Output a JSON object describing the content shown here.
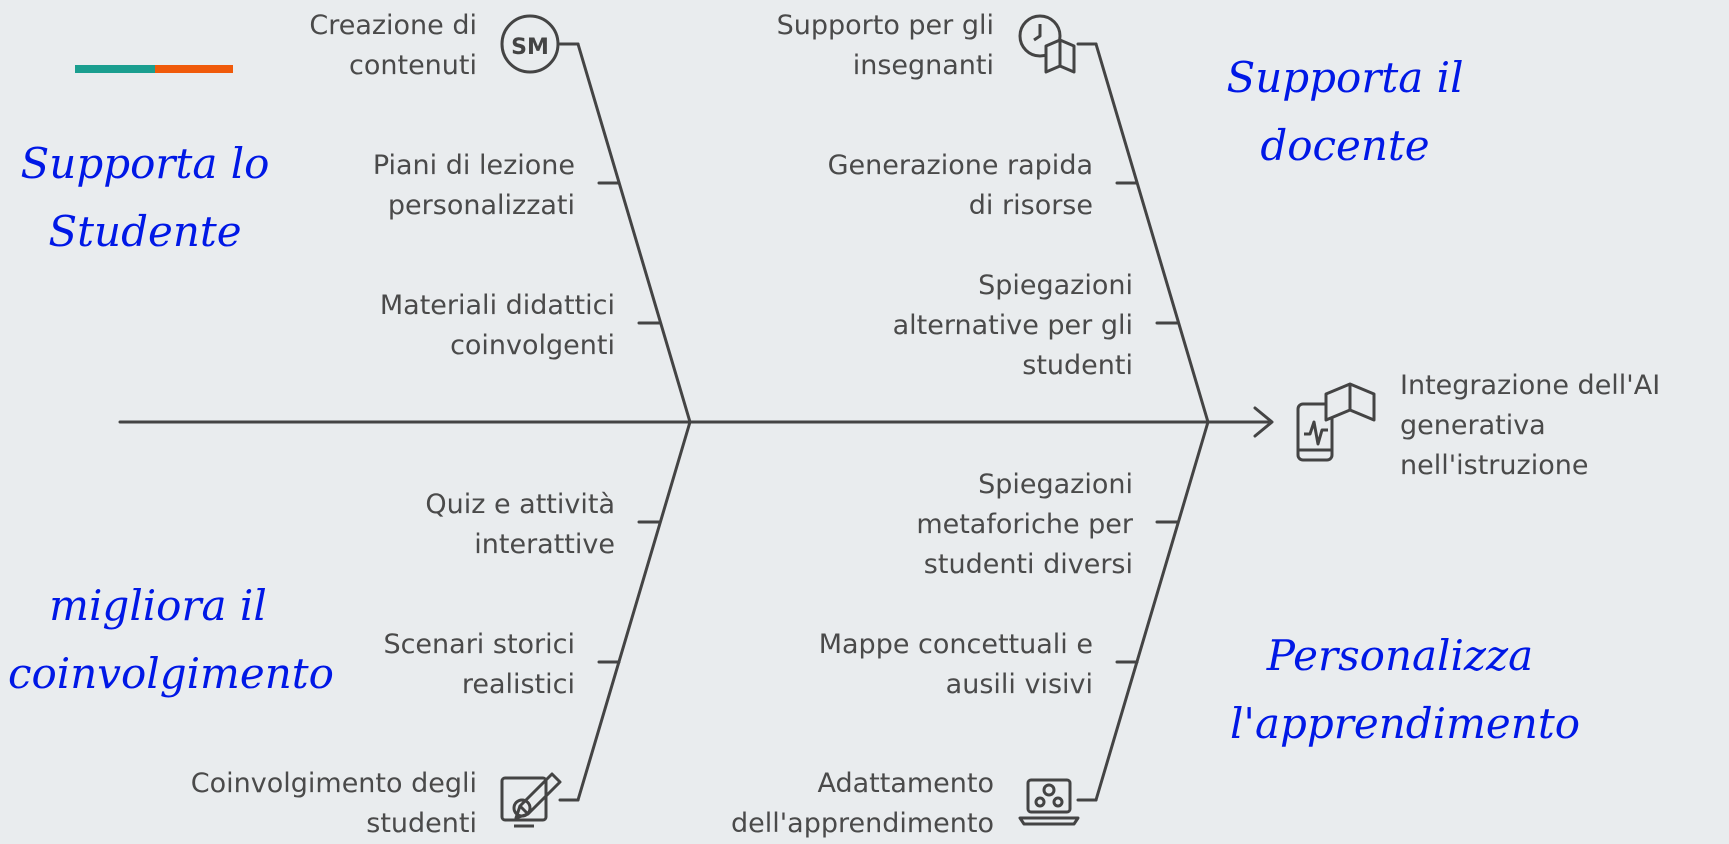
{
  "colors": {
    "background": "#e9ecee",
    "line": "#444444",
    "text": "#4a4a4a",
    "annotation": "#0018e6",
    "accent_teal": "#1a9e8f",
    "accent_orange": "#f05a0a"
  },
  "effect": {
    "label": "Integrazione dell'AI\ngenerativa\nnell'istruzione",
    "icon": "phone-book-icon"
  },
  "annotations": {
    "top_left": "Supporta lo\nStudente",
    "top_right": "Supporta il\ndocente",
    "bottom_left": "migliora il\ncoinvolgimento",
    "bottom_right": "Personalizza\nl'apprendimento"
  },
  "categories": {
    "top_left": {
      "label": "Creazione di\ncontenuti",
      "icon": "sm-circle-icon",
      "causes": [
        "Piani di lezione\npersonalizzati",
        "Materiali didattici\ncoinvolgenti"
      ]
    },
    "top_right": {
      "label": "Supporto per gli\ninsegnanti",
      "icon": "clock-book-icon",
      "causes": [
        "Generazione rapida\ndi risorse",
        "Spiegazioni\nalternative per gli\nstudenti"
      ]
    },
    "bottom_left": {
      "label": "Coinvolgimento degli\nstudenti",
      "icon": "pencil-board-icon",
      "causes": [
        "Quiz e attività\ninterattive",
        "Scenari storici\nrealistici"
      ]
    },
    "bottom_right": {
      "label": "Adattamento\ndell'apprendimento",
      "icon": "laptop-people-icon",
      "causes": [
        "Spiegazioni\nmetaforiche per\nstudenti diversi",
        "Mappe concettuali e\nausili visivi"
      ]
    }
  }
}
